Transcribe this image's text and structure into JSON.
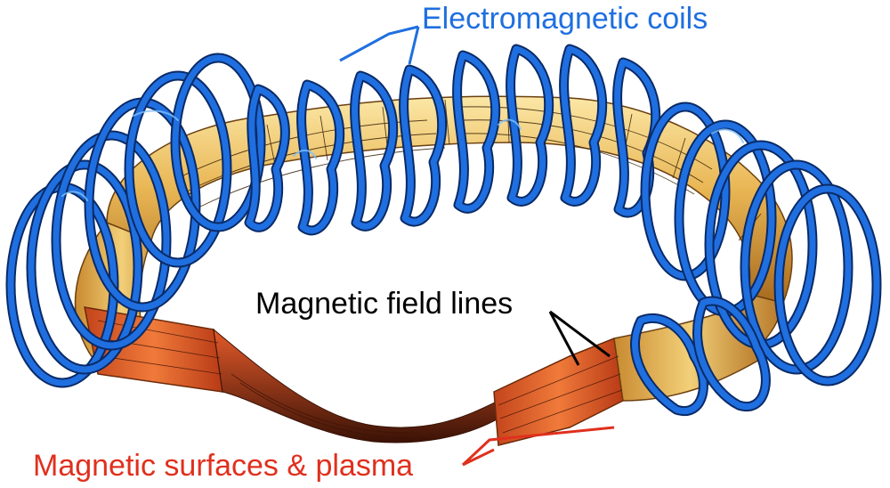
{
  "labels": {
    "coils": "Electromagnetic coils",
    "field_lines": "Magnetic field lines",
    "surfaces": "Magnetic surfaces & plasma"
  },
  "colors": {
    "coils": "#1f6fe0",
    "coil_highlight": "#7fc2ff",
    "coil_outline": "#0a2a66",
    "field_lines_label": "#000000",
    "surfaces_label": "#e0301e",
    "plasma_light": "#f6d98a",
    "plasma_mid": "#e3a94a",
    "plasma_dark": "#a86a1e",
    "plasma_cut": "#e4552a",
    "plasma_cut_dark": "#a02a12",
    "line_stroke": "#3a2208"
  },
  "icons": {
    "coil": "stellarator-coil",
    "pointer": "leader-line"
  }
}
